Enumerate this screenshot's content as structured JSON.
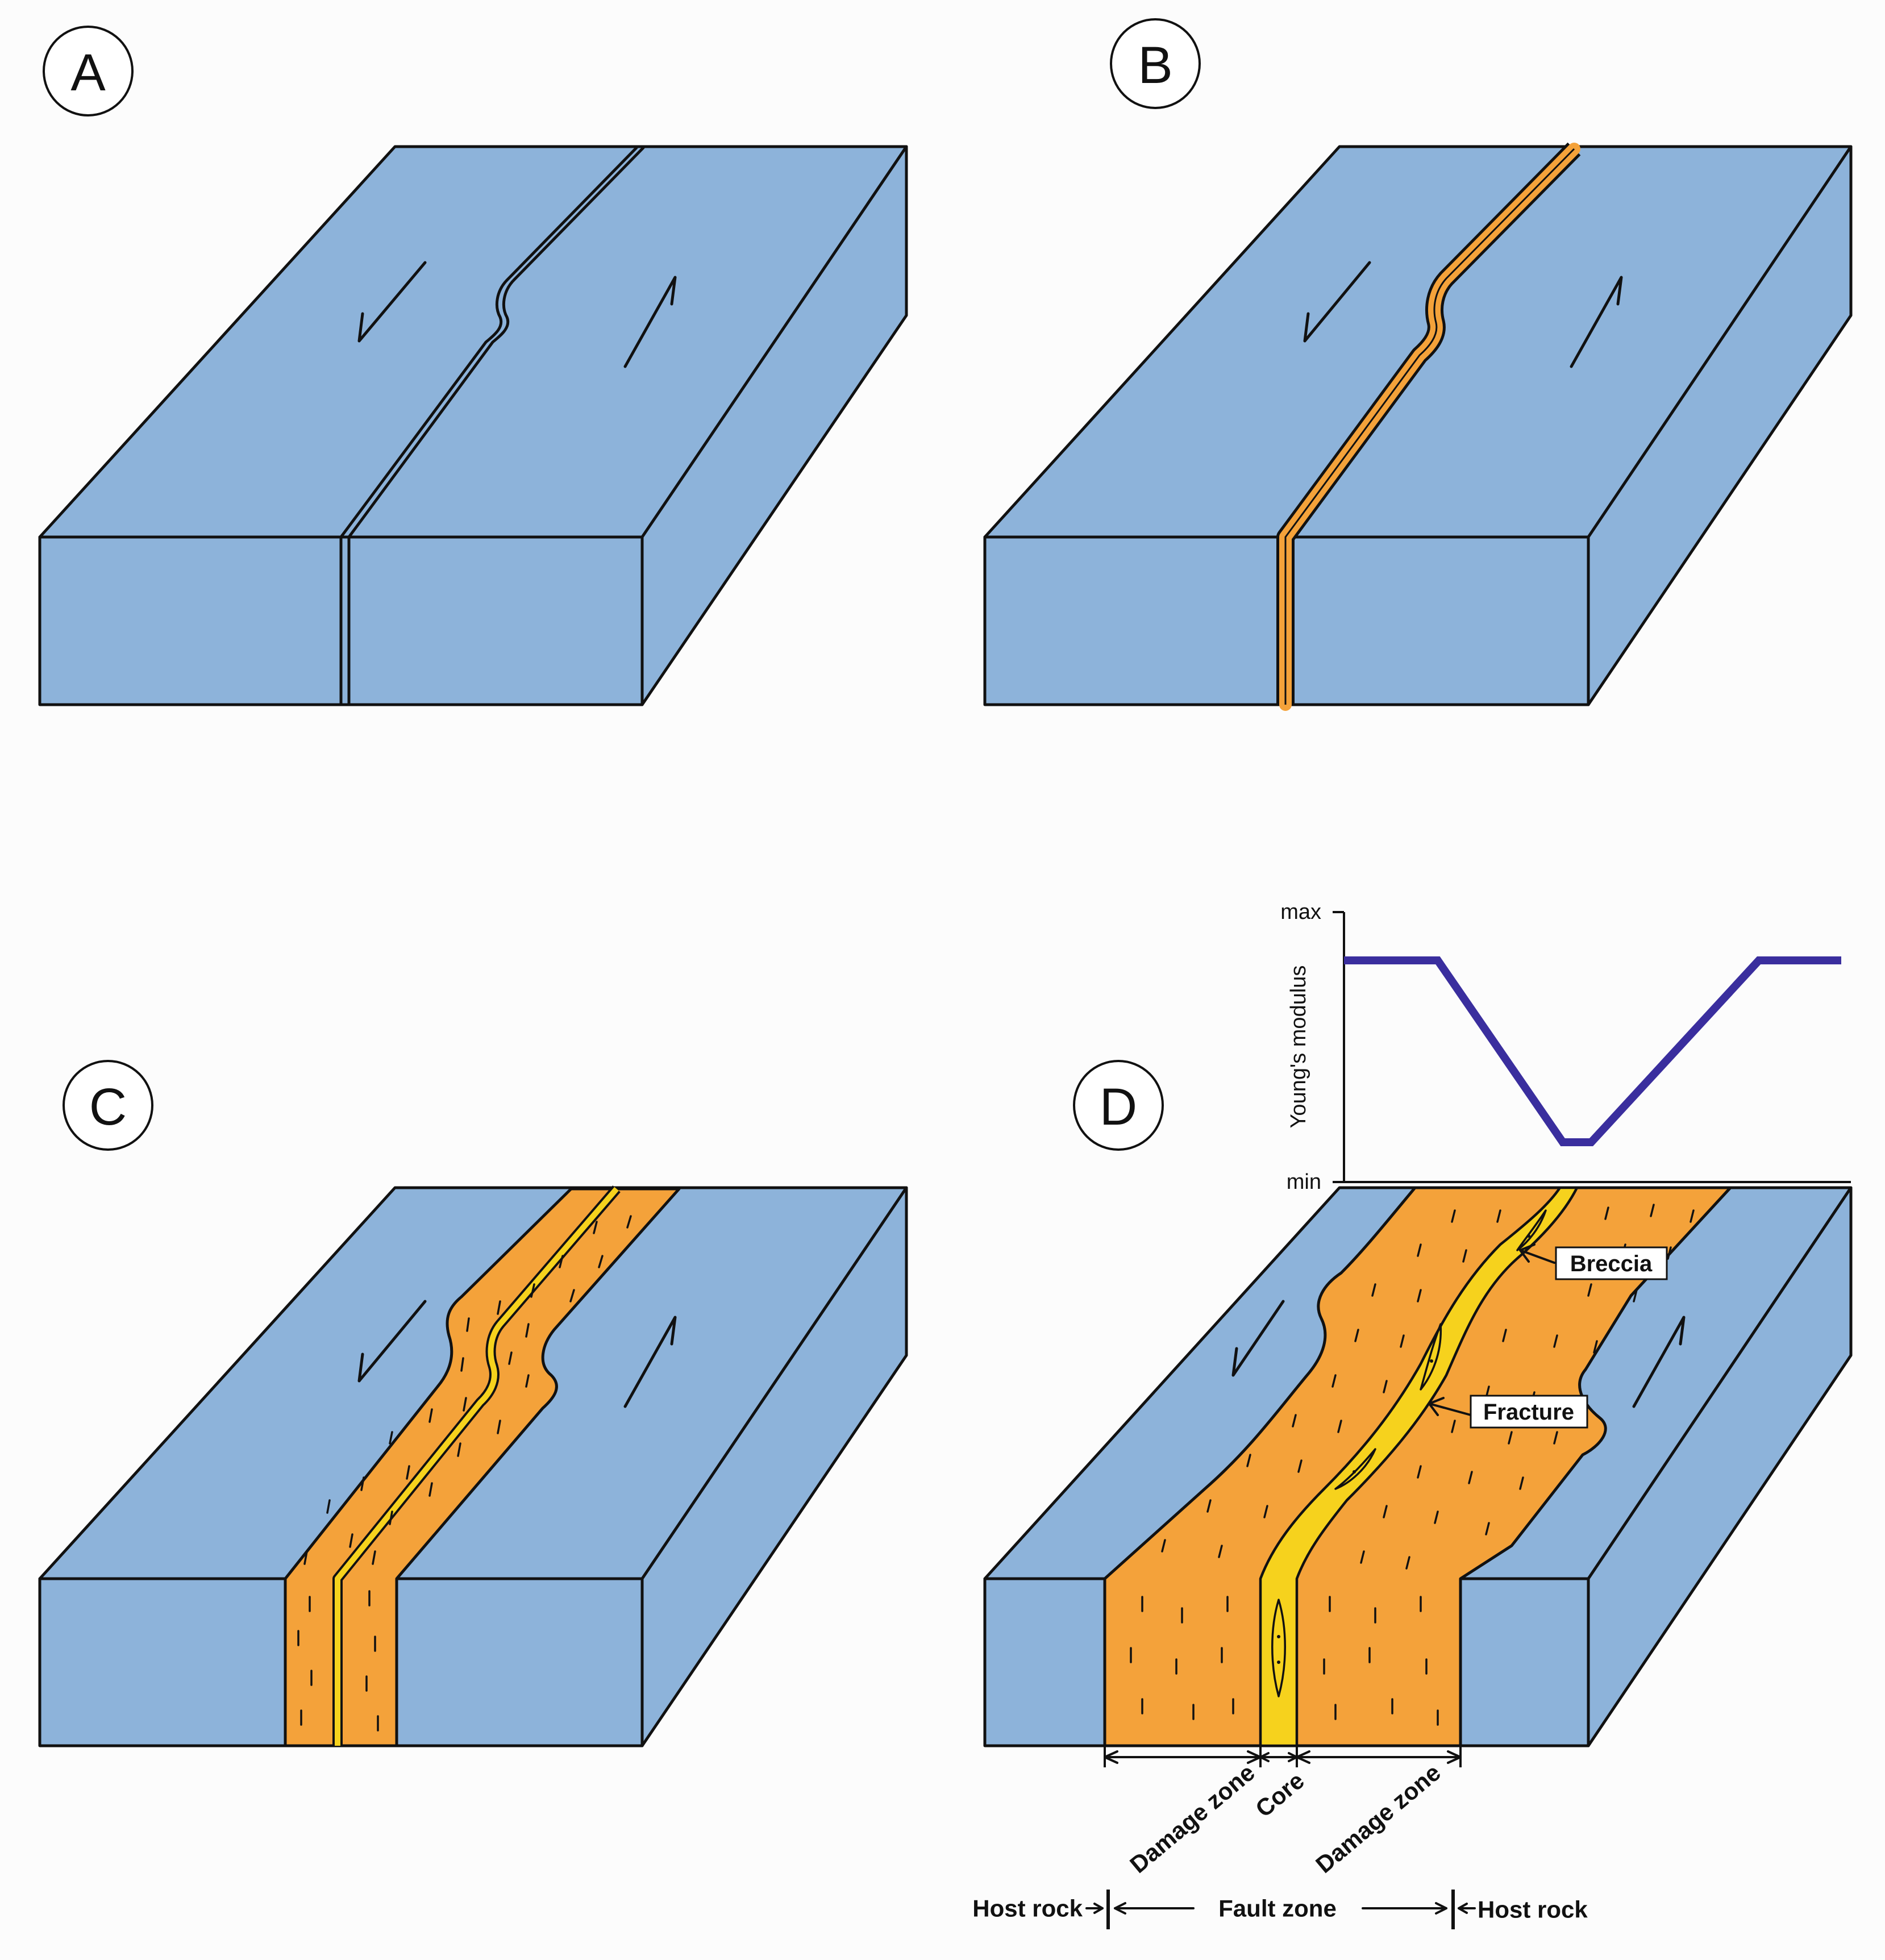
{
  "panels": {
    "a": {
      "letter": "A"
    },
    "b": {
      "letter": "B"
    },
    "c": {
      "letter": "C"
    },
    "d": {
      "letter": "D"
    }
  },
  "chart": {
    "ylabel": "Young's modulus",
    "ymax_label": "max",
    "ymin_label": "min"
  },
  "chart_data": {
    "type": "line",
    "ylabel": "Young's modulus",
    "y_tick_labels": [
      "min",
      "max"
    ],
    "series": [
      {
        "values": "profile across the fault zone: high and flat in host rock, decreasing through the damage zone to a minimum at the core, then increasing symmetrically back to the host-rock level",
        "color": "#3a2e9e"
      }
    ],
    "grid": false
  },
  "annotations": {
    "breccia": "Breccia",
    "fracture": "Fracture",
    "damage_zone_left": "Damage zone",
    "core": "Core",
    "damage_zone_right": "Damage zone",
    "host_rock_left": "Host rock",
    "fault_zone": "Fault zone",
    "host_rock_right": "Host rock"
  },
  "colors": {
    "host_rock": "#8db3da",
    "damage_zone": "#f4a23a",
    "core": "#f6d21d",
    "modulus_line": "#3a2e9e",
    "outline": "#111111"
  }
}
